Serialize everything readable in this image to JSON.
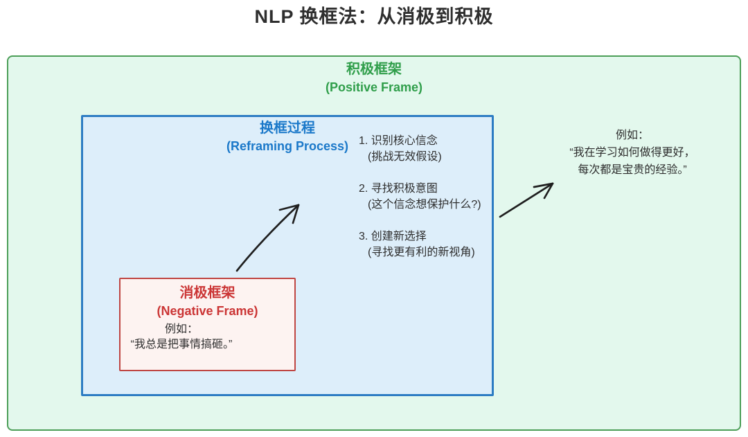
{
  "title": "NLP 换框法：从消极到积极",
  "positive_frame": {
    "title_zh": "积极框架",
    "title_en": "(Positive Frame)",
    "example": {
      "label": "例如：",
      "line1": "“我在学习如何做得更好，",
      "line2": "每次都是宝贵的经验。”"
    }
  },
  "reframing_process": {
    "title_zh": "换框过程",
    "title_en": "(Reframing Process)",
    "steps": [
      {
        "main": "1. 识别核心信念",
        "sub": "(挑战无效假设)"
      },
      {
        "main": "2. 寻找积极意图",
        "sub": "(这个信念想保护什么?)"
      },
      {
        "main": "3. 创建新选择",
        "sub": "(寻找更有利的新视角)"
      }
    ]
  },
  "negative_frame": {
    "title_zh": "消极框架",
    "title_en": "(Negative Frame)",
    "example": {
      "label": "例如：",
      "line1": "“我总是把事情搞砸。”"
    }
  },
  "icons": {
    "arrow_negative_to_process": "hand-drawn-arrow-up-right",
    "arrow_process_to_positive": "hand-drawn-arrow-up-right"
  },
  "colors": {
    "text_dark": "#2e2e2e",
    "positive_border": "#4b9e57",
    "positive_bg": "#e3f8ed",
    "positive_text": "#2f9e4a",
    "process_border": "#2c7cc3",
    "process_bg": "#ddeefa",
    "process_text": "#1a78c9",
    "negative_border": "#bf4542",
    "negative_bg": "#fdf3f1",
    "negative_text": "#cb3535",
    "arrow": "#1f1f1f"
  }
}
